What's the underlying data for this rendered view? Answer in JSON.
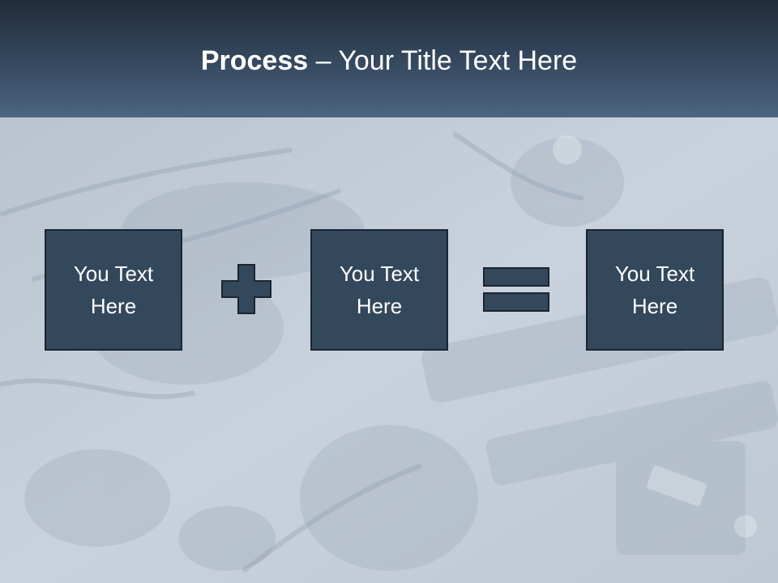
{
  "slide": {
    "title": {
      "bold": "Process",
      "dash": " – ",
      "rest": "Your Title Text Here"
    },
    "boxes": [
      {
        "label": "You Text\nHere"
      },
      {
        "label": "You Text\nHere"
      },
      {
        "label": "You Text\nHere"
      }
    ],
    "operators": [
      "plus-icon",
      "equals-icon"
    ]
  },
  "colors": {
    "header_top": "#202c3a",
    "header_bottom": "#4c6580",
    "box_fill": "#34485c",
    "box_border": "#1b2530",
    "background": "#c5cfd9"
  }
}
